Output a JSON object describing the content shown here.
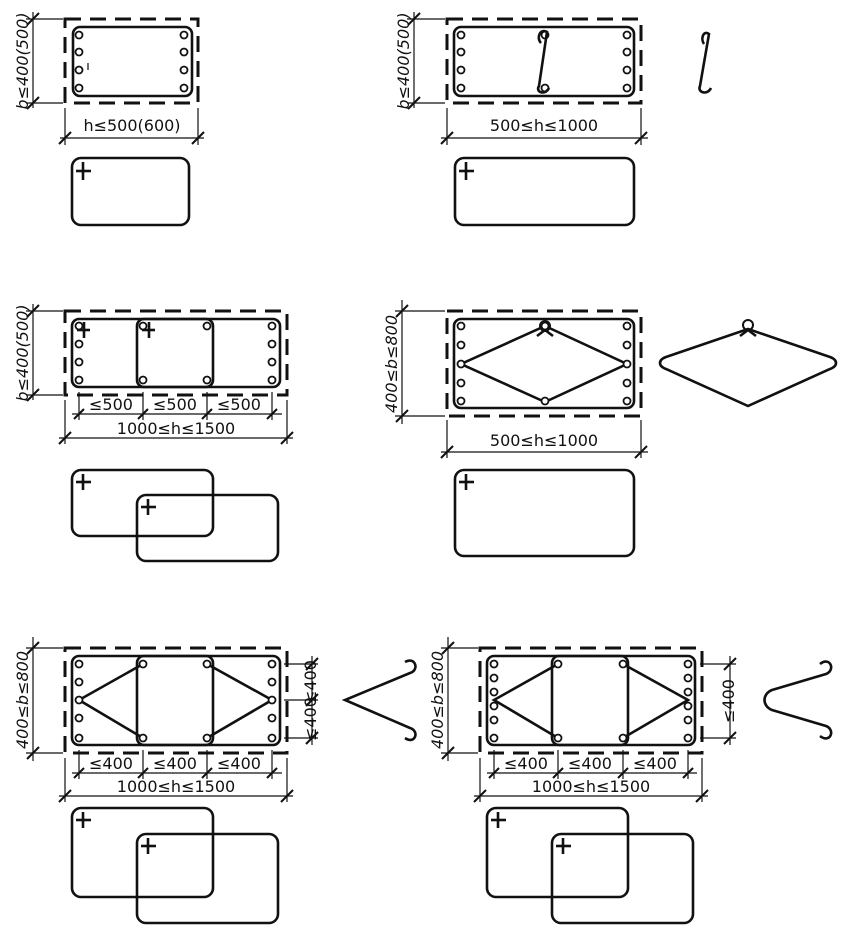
{
  "labels": {
    "d1_b": "b≤400(500)",
    "d1_h": "h≤500(600)",
    "d2_b": "b≤400(500)",
    "d2_h": "500≤h≤1000",
    "d3_b": "b≤400(500)",
    "d3_s1": "≤500",
    "d3_s2": "≤500",
    "d3_s3": "≤500",
    "d3_h": "1000≤h≤1500",
    "d4_b": "400≤b≤800",
    "d4_h": "500≤h≤1000",
    "d5_b": "400≤b≤800",
    "d5_r1": "≤400",
    "d5_r2": "≤400",
    "d5_s1": "≤400",
    "d5_s2": "≤400",
    "d5_s3": "≤400",
    "d5_h": "1000≤h≤1500",
    "d6_b": "400≤b≤800",
    "d6_r": "≤400",
    "d6_s1": "≤400",
    "d6_s2": "≤400",
    "d6_s3": "≤400",
    "d6_h": "1000≤h≤1500"
  }
}
